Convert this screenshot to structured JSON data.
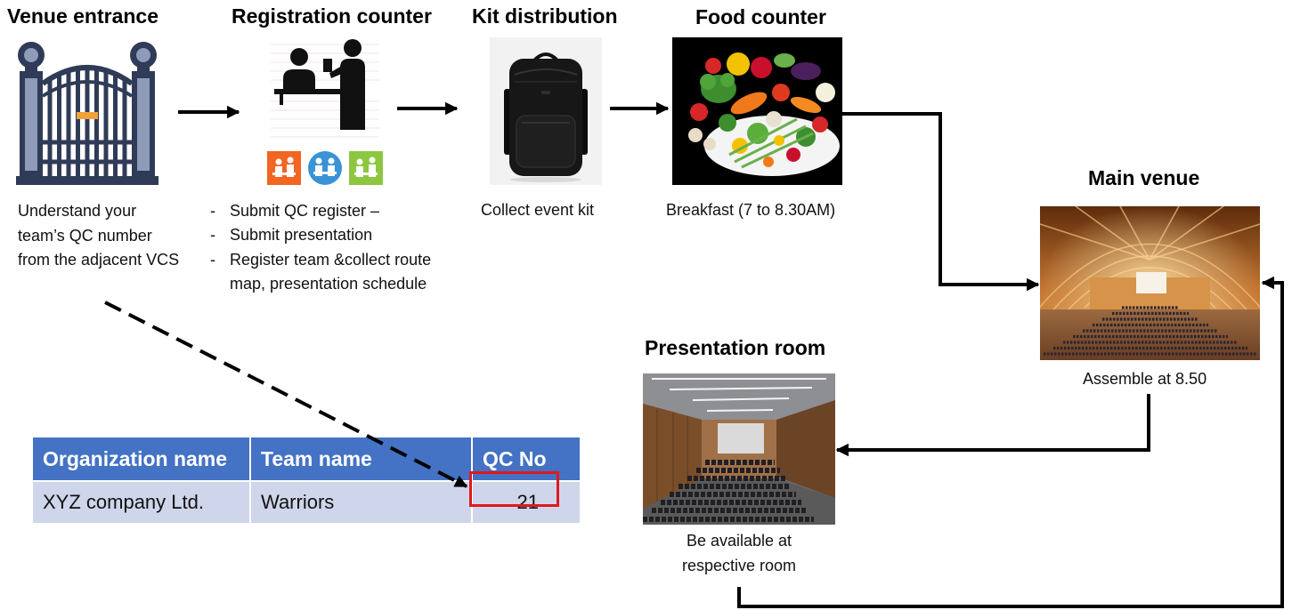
{
  "venue_entrance": {
    "title": "Venue entrance",
    "description": [
      "Understand your",
      "team’s QC number",
      "from the adjacent VCS"
    ]
  },
  "registration_counter": {
    "title": "Registration counter",
    "bullet_marker": "-",
    "bullets": [
      {
        "lines": [
          "Submit QC register –"
        ]
      },
      {
        "lines": [
          "Submit presentation"
        ]
      },
      {
        "lines": [
          "Register team &collect route",
          "map, presentation schedule"
        ]
      }
    ]
  },
  "kit_distribution": {
    "title": "Kit distribution",
    "description": "Collect event kit"
  },
  "food_counter": {
    "title": "Food counter",
    "description": "Breakfast (7 to 8.30AM)"
  },
  "main_venue": {
    "title": "Main venue",
    "description": "Assemble at 8.50"
  },
  "presentation_room": {
    "title": "Presentation room",
    "description": [
      "Be available at",
      "respective room"
    ]
  },
  "qc_table": {
    "headers": [
      "Organization name",
      "Team name",
      "QC No"
    ],
    "rows": [
      [
        "XYZ company Ltd.",
        "Warriors",
        "21"
      ]
    ]
  },
  "colors": {
    "table_header": "#4472C4",
    "table_row": "#CFD5EA",
    "highlight_box": "#E0191E",
    "arrows": "#000000",
    "gate": "#2F3B57",
    "gate_lock": "#F0A23B"
  }
}
